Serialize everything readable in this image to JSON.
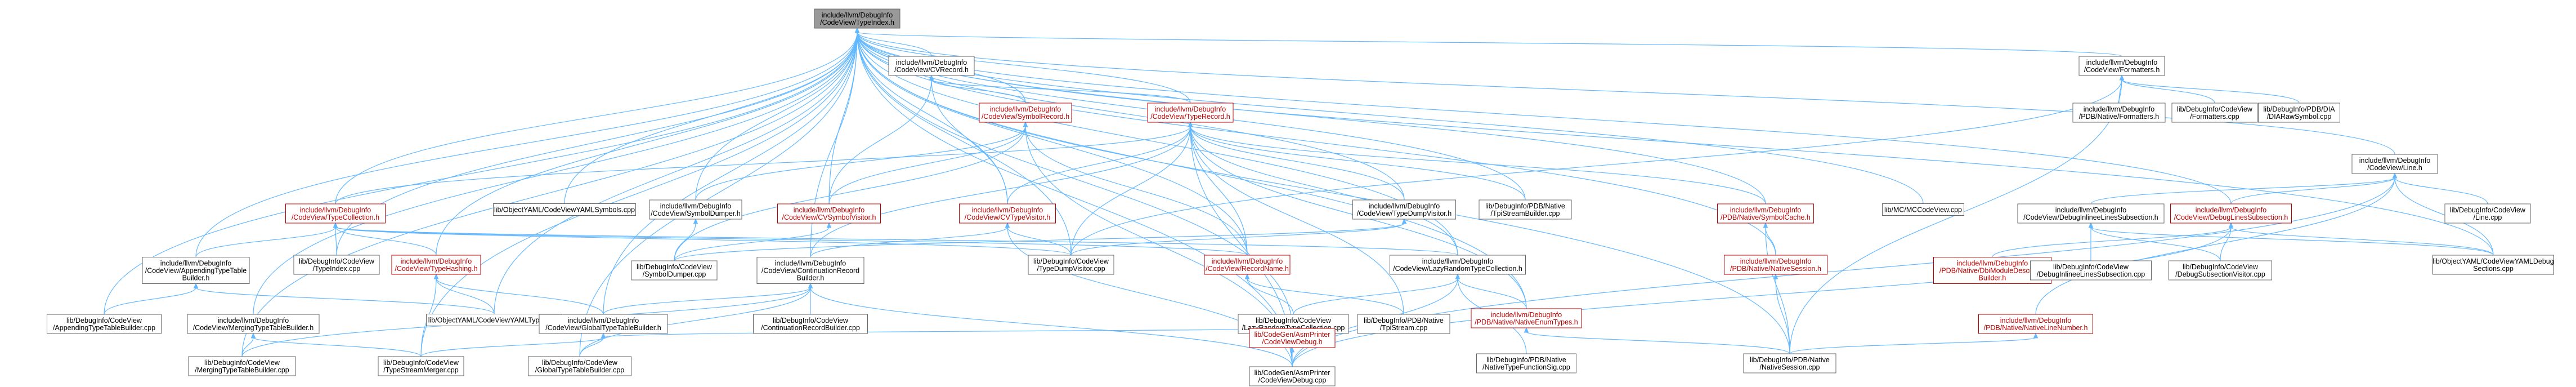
{
  "colors": {
    "background": "#ffffff",
    "edge": "#63b8ff",
    "node_border": "#666666",
    "root_fill": "#999999",
    "linked_node_text": "#bf0000"
  },
  "graph": {
    "nodes": [
      {
        "id": "root",
        "lines": [
          "include/llvm/DebugInfo",
          "/CodeView/TypeIndex.h"
        ],
        "style": "root"
      },
      {
        "id": "cvrecord",
        "lines": [
          "include/llvm/DebugInfo",
          "/CodeView/CVRecord.h"
        ],
        "style": "normal"
      },
      {
        "id": "symbolrecord",
        "lines": [
          "include/llvm/DebugInfo",
          "/CodeView/SymbolRecord.h"
        ],
        "style": "red"
      },
      {
        "id": "typerecord",
        "lines": [
          "include/llvm/DebugInfo",
          "/CodeView/TypeRecord.h"
        ],
        "style": "red"
      },
      {
        "id": "formatters",
        "lines": [
          "include/llvm/DebugInfo",
          "/CodeView/Formatters.h"
        ],
        "style": "normal"
      },
      {
        "id": "line",
        "lines": [
          "include/llvm/DebugInfo",
          "/CodeView/Line.h"
        ],
        "style": "normal"
      },
      {
        "id": "pdb_formatters",
        "lines": [
          "include/llvm/DebugInfo",
          "/PDB/Native/Formatters.h"
        ],
        "style": "normal"
      },
      {
        "id": "cv_formatters_cpp",
        "lines": [
          "lib/DebugInfo/CodeView",
          "/Formatters.cpp"
        ],
        "style": "normal"
      },
      {
        "id": "diasymbol",
        "lines": [
          "lib/DebugInfo/PDB/DIA",
          "/DIARawSymbol.cpp"
        ],
        "style": "normal"
      },
      {
        "id": "typecollection",
        "lines": [
          "include/llvm/DebugInfo",
          "/CodeView/TypeCollection.h"
        ],
        "style": "red"
      },
      {
        "id": "objyaml_symbols",
        "lines": [
          "lib/ObjectYAML/CodeViewYAMLSymbols.cpp"
        ],
        "style": "normal"
      },
      {
        "id": "symboldumper",
        "lines": [
          "include/llvm/DebugInfo",
          "/CodeView/SymbolDumper.h"
        ],
        "style": "normal"
      },
      {
        "id": "cvsymbolvisitor",
        "lines": [
          "include/llvm/DebugInfo",
          "/CodeView/CVSymbolVisitor.h"
        ],
        "style": "red"
      },
      {
        "id": "cvtypevisitor",
        "lines": [
          "include/llvm/DebugInfo",
          "/CodeView/CVTypeVisitor.h"
        ],
        "style": "red"
      },
      {
        "id": "typedumpvisitor_h",
        "lines": [
          "include/llvm/DebugInfo",
          "/CodeView/TypeDumpVisitor.h"
        ],
        "style": "normal"
      },
      {
        "id": "tpistreambuilder",
        "lines": [
          "lib/DebugInfo/PDB/Native",
          "/TpiStreamBuilder.cpp"
        ],
        "style": "normal"
      },
      {
        "id": "symbolcache",
        "lines": [
          "include/llvm/DebugInfo",
          "/PDB/Native/SymbolCache.h"
        ],
        "style": "red"
      },
      {
        "id": "mccodeview",
        "lines": [
          "lib/MC/MCCodeView.cpp"
        ],
        "style": "normal"
      },
      {
        "id": "debuglinessubsection",
        "lines": [
          "include/llvm/DebugInfo",
          "/CodeView/DebugLinesSubsection.h"
        ],
        "style": "red"
      },
      {
        "id": "debuginlinees",
        "lines": [
          "include/llvm/DebugInfo",
          "/CodeView/DebugInlineeLinesSubsection.h"
        ],
        "style": "normal"
      },
      {
        "id": "cv_line_cpp",
        "lines": [
          "lib/DebugInfo/CodeView",
          "/Line.cpp"
        ],
        "style": "normal"
      },
      {
        "id": "appendingbuilder_h",
        "lines": [
          "include/llvm/DebugInfo",
          "/CodeView/AppendingTypeTable",
          "Builder.h"
        ],
        "style": "normal"
      },
      {
        "id": "typeindex_cpp",
        "lines": [
          "lib/DebugInfo/CodeView",
          "/TypeIndex.cpp"
        ],
        "style": "normal"
      },
      {
        "id": "typehashing",
        "lines": [
          "include/llvm/DebugInfo",
          "/CodeView/TypeHashing.h"
        ],
        "style": "red"
      },
      {
        "id": "contrecordbuilder_h",
        "lines": [
          "include/llvm/DebugInfo",
          "/CodeView/ContinuationRecord",
          "Builder.h"
        ],
        "style": "normal"
      },
      {
        "id": "symboldumper_cpp",
        "lines": [
          "lib/DebugInfo/CodeView",
          "/SymbolDumper.cpp"
        ],
        "style": "normal"
      },
      {
        "id": "typedumpvisitor_cpp",
        "lines": [
          "lib/DebugInfo/CodeView",
          "/TypeDumpVisitor.cpp"
        ],
        "style": "normal"
      },
      {
        "id": "recordname",
        "lines": [
          "include/llvm/DebugInfo",
          "/CodeView/RecordName.h"
        ],
        "style": "red"
      },
      {
        "id": "lazyrandom",
        "lines": [
          "include/llvm/DebugInfo",
          "/CodeView/LazyRandomTypeCollection.h"
        ],
        "style": "normal"
      },
      {
        "id": "nativesession",
        "lines": [
          "include/llvm/DebugInfo",
          "/PDB/Native/NativeSession.h"
        ],
        "style": "red"
      },
      {
        "id": "odlinedescriptor",
        "lines": [
          "include/llvm/DebugInfo",
          "/PDB/Native/DbiModuleDescriptor",
          "Builder.h"
        ],
        "style": "red"
      },
      {
        "id": "debuginlinees_cpp",
        "lines": [
          "lib/DebugInfo/CodeView",
          "/DebugInlineeLinesSubsection.cpp"
        ],
        "style": "normal"
      },
      {
        "id": "debugsubsectionvisitor",
        "lines": [
          "lib/DebugInfo/CodeView",
          "/DebugSubsectionVisitor.cpp"
        ],
        "style": "normal"
      },
      {
        "id": "objyaml_debugsections",
        "lines": [
          "lib/ObjectYAML/CodeViewYAMLDebug",
          "Sections.cpp"
        ],
        "style": "normal"
      },
      {
        "id": "appendingbuilder_cpp",
        "lines": [
          "lib/DebugInfo/CodeView",
          "/AppendingTypeTableBuilder.cpp"
        ],
        "style": "normal"
      },
      {
        "id": "mergingbuilder_h",
        "lines": [
          "include/llvm/DebugInfo",
          "/CodeView/MergingTypeTableBuilder.h"
        ],
        "style": "normal"
      },
      {
        "id": "objyaml_types",
        "lines": [
          "lib/ObjectYAML/CodeViewYAMLTypes.cpp"
        ],
        "style": "normal"
      },
      {
        "id": "globalbuilder_h",
        "lines": [
          "include/llvm/DebugInfo",
          "/CodeView/GlobalTypeTableBuilder.h"
        ],
        "style": "normal"
      },
      {
        "id": "contrecordbuilder_cpp",
        "lines": [
          "lib/DebugInfo/CodeView",
          "/ContinuationRecordBuilder.cpp"
        ],
        "style": "normal"
      },
      {
        "id": "lazyrandom_cpp",
        "lines": [
          "lib/DebugInfo/CodeView",
          "/LazyRandomTypeCollection.cpp"
        ],
        "style": "normal"
      },
      {
        "id": "tpistream",
        "lines": [
          "lib/DebugInfo/PDB/Native",
          "/TpiStream.cpp"
        ],
        "style": "normal"
      },
      {
        "id": "nativeenumtypes",
        "lines": [
          "include/llvm/DebugInfo",
          "/PDB/Native/NativeEnumTypes.h"
        ],
        "style": "red"
      },
      {
        "id": "nativelinenumber",
        "lines": [
          "include/llvm/DebugInfo",
          "/PDB/Native/NativeLineNumber.h"
        ],
        "style": "red"
      },
      {
        "id": "codeviewdebug_h",
        "lines": [
          "lib/CodeGen/AsmPrinter",
          "/CodeViewDebug.h"
        ],
        "style": "red"
      },
      {
        "id": "nativetypefunctionsig",
        "lines": [
          "lib/DebugInfo/PDB/Native",
          "/NativeTypeFunctionSig.cpp"
        ],
        "style": "normal"
      },
      {
        "id": "nativesession_cpp",
        "lines": [
          "lib/DebugInfo/PDB/Native",
          "/NativeSession.cpp"
        ],
        "style": "normal"
      },
      {
        "id": "mergingbuilder_cpp",
        "lines": [
          "lib/DebugInfo/CodeView",
          "/MergingTypeTableBuilder.cpp"
        ],
        "style": "normal"
      },
      {
        "id": "typestreammerger",
        "lines": [
          "lib/DebugInfo/CodeView",
          "/TypeStreamMerger.cpp"
        ],
        "style": "normal"
      },
      {
        "id": "globalbuilder_cpp",
        "lines": [
          "lib/DebugInfo/CodeView",
          "/GlobalTypeTableBuilder.cpp"
        ],
        "style": "normal"
      },
      {
        "id": "codeviewdebug_cpp",
        "lines": [
          "lib/CodeGen/AsmPrinter",
          "/CodeViewDebug.cpp"
        ],
        "style": "normal"
      }
    ],
    "edges": [
      [
        "root",
        "cvrecord"
      ],
      [
        "root",
        "symbolrecord"
      ],
      [
        "root",
        "typerecord"
      ],
      [
        "root",
        "formatters"
      ],
      [
        "root",
        "line"
      ],
      [
        "root",
        "typecollection"
      ],
      [
        "root",
        "objyaml_symbols"
      ],
      [
        "root",
        "symboldumper"
      ],
      [
        "root",
        "cvsymbolvisitor"
      ],
      [
        "root",
        "cvtypevisitor"
      ],
      [
        "root",
        "typedumpvisitor_h"
      ],
      [
        "root",
        "tpistreambuilder"
      ],
      [
        "root",
        "symbolcache"
      ],
      [
        "root",
        "mccodeview"
      ],
      [
        "root",
        "debuglinessubsection"
      ],
      [
        "root",
        "appendingbuilder_h"
      ],
      [
        "root",
        "typeindex_cpp"
      ],
      [
        "root",
        "typehashing"
      ],
      [
        "root",
        "contrecordbuilder_h"
      ],
      [
        "root",
        "recordname"
      ],
      [
        "root",
        "lazyrandom"
      ],
      [
        "root",
        "nativesession"
      ],
      [
        "root",
        "objyaml_debugsections"
      ],
      [
        "root",
        "appendingbuilder_cpp"
      ],
      [
        "root",
        "mergingbuilder_h"
      ],
      [
        "root",
        "objyaml_types"
      ],
      [
        "root",
        "globalbuilder_h"
      ],
      [
        "root",
        "codeviewdebug_h"
      ],
      [
        "root",
        "mergingbuilder_cpp"
      ],
      [
        "root",
        "typestreammerger"
      ],
      [
        "root",
        "globalbuilder_cpp"
      ],
      [
        "root",
        "codeviewdebug_cpp"
      ],
      [
        "root",
        "nativesession_cpp"
      ],
      [
        "root",
        "typedumpvisitor_cpp"
      ],
      [
        "root",
        "nativeenumtypes"
      ],
      [
        "cvrecord",
        "symbolrecord"
      ],
      [
        "cvrecord",
        "typerecord"
      ],
      [
        "cvrecord",
        "cvsymbolvisitor"
      ],
      [
        "cvrecord",
        "cvtypevisitor"
      ],
      [
        "symbolrecord",
        "symboldumper"
      ],
      [
        "symbolrecord",
        "cvsymbolvisitor"
      ],
      [
        "symbolrecord",
        "recordname"
      ],
      [
        "symbolrecord",
        "symboldumper_cpp"
      ],
      [
        "symbolrecord",
        "codeviewdebug_cpp"
      ],
      [
        "typerecord",
        "typecollection"
      ],
      [
        "typerecord",
        "cvtypevisitor"
      ],
      [
        "typerecord",
        "typedumpvisitor_h"
      ],
      [
        "typerecord",
        "tpistreambuilder"
      ],
      [
        "typerecord",
        "symbolcache"
      ],
      [
        "typerecord",
        "contrecordbuilder_h"
      ],
      [
        "typerecord",
        "recordname"
      ],
      [
        "typerecord",
        "lazyrandom"
      ],
      [
        "typerecord",
        "tpistream"
      ],
      [
        "typerecord",
        "nativeenumtypes"
      ],
      [
        "typerecord",
        "codeviewdebug_cpp"
      ],
      [
        "typerecord",
        "typedumpvisitor_cpp"
      ],
      [
        "formatters",
        "pdb_formatters"
      ],
      [
        "formatters",
        "cv_formatters_cpp"
      ],
      [
        "formatters",
        "diasymbol"
      ],
      [
        "formatters",
        "typedumpvisitor_cpp"
      ],
      [
        "formatters",
        "nativesession_cpp"
      ],
      [
        "line",
        "debuglinessubsection"
      ],
      [
        "line",
        "debuginlinees"
      ],
      [
        "line",
        "cv_line_cpp"
      ],
      [
        "line",
        "objyaml_debugsections"
      ],
      [
        "line",
        "nativelinenumber"
      ],
      [
        "line",
        "codeviewdebug_cpp"
      ],
      [
        "typecollection",
        "appendingbuilder_h"
      ],
      [
        "typecollection",
        "typeindex_cpp"
      ],
      [
        "typecollection",
        "typehashing"
      ],
      [
        "typecollection",
        "lazyrandom"
      ],
      [
        "typecollection",
        "typedumpvisitor_cpp"
      ],
      [
        "typecollection",
        "recordname"
      ],
      [
        "symboldumper",
        "symboldumper_cpp"
      ],
      [
        "cvsymbolvisitor",
        "symboldumper_cpp"
      ],
      [
        "cvtypevisitor",
        "typedumpvisitor_cpp"
      ],
      [
        "cvtypevisitor",
        "codeviewdebug_cpp"
      ],
      [
        "cvtypevisitor",
        "contrecordbuilder_h"
      ],
      [
        "typedumpvisitor_h",
        "typedumpvisitor_cpp"
      ],
      [
        "typedumpvisitor_h",
        "symboldumper_cpp"
      ],
      [
        "symbolcache",
        "nativesession"
      ],
      [
        "symbolcache",
        "nativesession_cpp"
      ],
      [
        "debuglinessubsection",
        "odlinedescriptor"
      ],
      [
        "debuglinessubsection",
        "debugsubsectionvisitor"
      ],
      [
        "debuglinessubsection",
        "objyaml_debugsections"
      ],
      [
        "debuglinessubsection",
        "codeviewdebug_cpp"
      ],
      [
        "debuginlinees",
        "debuginlinees_cpp"
      ],
      [
        "debuginlinees",
        "debugsubsectionvisitor"
      ],
      [
        "debuginlinees",
        "objyaml_debugsections"
      ],
      [
        "appendingbuilder_h",
        "appendingbuilder_cpp"
      ],
      [
        "appendingbuilder_h",
        "objyaml_types"
      ],
      [
        "typehashing",
        "globalbuilder_h"
      ],
      [
        "typehashing",
        "objyaml_types"
      ],
      [
        "typehashing",
        "typestreammerger"
      ],
      [
        "contrecordbuilder_h",
        "contrecordbuilder_cpp"
      ],
      [
        "contrecordbuilder_h",
        "globalbuilder_h"
      ],
      [
        "contrecordbuilder_h",
        "mergingbuilder_cpp"
      ],
      [
        "contrecordbuilder_h",
        "codeviewdebug_cpp"
      ],
      [
        "contrecordbuilder_h",
        "globalbuilder_cpp"
      ],
      [
        "recordname",
        "lazyrandom_cpp"
      ],
      [
        "recordname",
        "tpistream"
      ],
      [
        "lazyrandom",
        "lazyrandom_cpp"
      ],
      [
        "lazyrandom",
        "nativeenumtypes"
      ],
      [
        "lazyrandom",
        "nativetypefunctionsig"
      ],
      [
        "lazyrandom",
        "codeviewdebug_cpp"
      ],
      [
        "nativesession",
        "nativesession_cpp"
      ],
      [
        "nativeenumtypes",
        "nativesession_cpp"
      ],
      [
        "nativelinenumber",
        "nativesession_cpp"
      ],
      [
        "mergingbuilder_h",
        "mergingbuilder_cpp"
      ],
      [
        "mergingbuilder_h",
        "typestreammerger"
      ],
      [
        "globalbuilder_h",
        "globalbuilder_cpp"
      ],
      [
        "globalbuilder_h",
        "typestreammerger"
      ],
      [
        "globalbuilder_h",
        "codeviewdebug_h"
      ],
      [
        "codeviewdebug_h",
        "codeviewdebug_cpp"
      ]
    ]
  }
}
